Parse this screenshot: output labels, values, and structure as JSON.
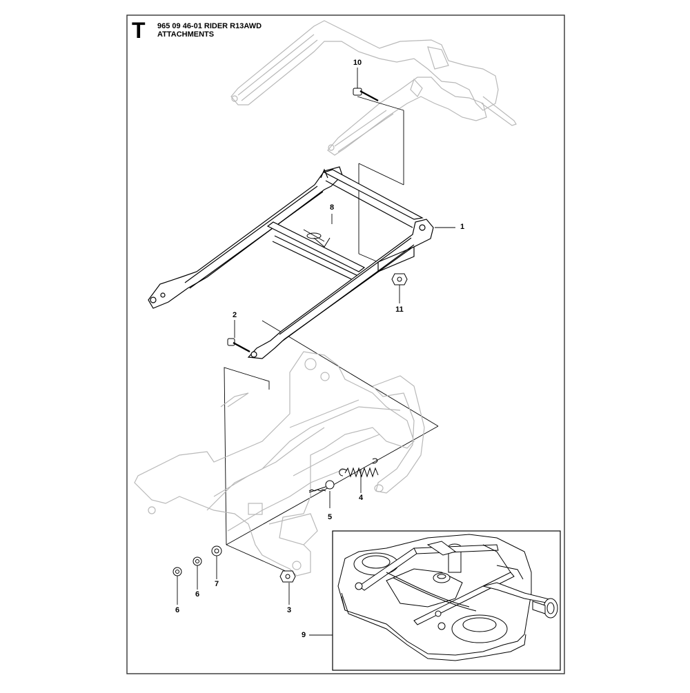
{
  "header": {
    "section_letter": "T",
    "line1": "965 09 46-01 RIDER R13AWD",
    "line2": "ATTACHMENTS"
  },
  "callouts": [
    {
      "id": "c1",
      "label": "1"
    },
    {
      "id": "c2",
      "label": "2"
    },
    {
      "id": "c3",
      "label": "3"
    },
    {
      "id": "c4",
      "label": "4"
    },
    {
      "id": "c5",
      "label": "5"
    },
    {
      "id": "c6a",
      "label": "6"
    },
    {
      "id": "c6b",
      "label": "6"
    },
    {
      "id": "c7",
      "label": "7"
    },
    {
      "id": "c8",
      "label": "8"
    },
    {
      "id": "c9",
      "label": "9"
    },
    {
      "id": "c10",
      "label": "10"
    },
    {
      "id": "c11",
      "label": "11"
    }
  ],
  "colors": {
    "line": "#000000",
    "ghost": "#bdbdbd",
    "border": "#333333"
  }
}
